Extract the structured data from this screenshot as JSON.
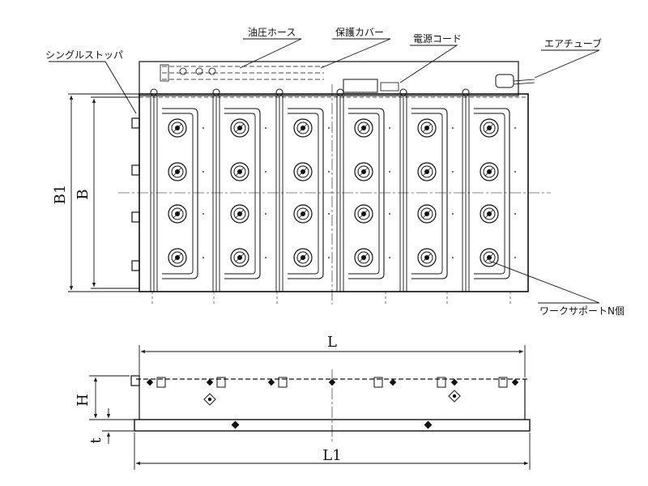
{
  "callouts": {
    "single_stopper": "シングルストッパ",
    "oil_hose": "油圧ホース",
    "protective_cover": "保護カバー",
    "power_cord": "電源コード",
    "air_tube": "エアチューブ",
    "work_support": "ワークサポートN個"
  },
  "dimensions": {
    "b1": "B1",
    "b": "B",
    "l": "L",
    "l1": "L1",
    "h": "H",
    "t": "t"
  },
  "layout_info": {
    "module_count": 6,
    "supports_per_module": 4
  }
}
